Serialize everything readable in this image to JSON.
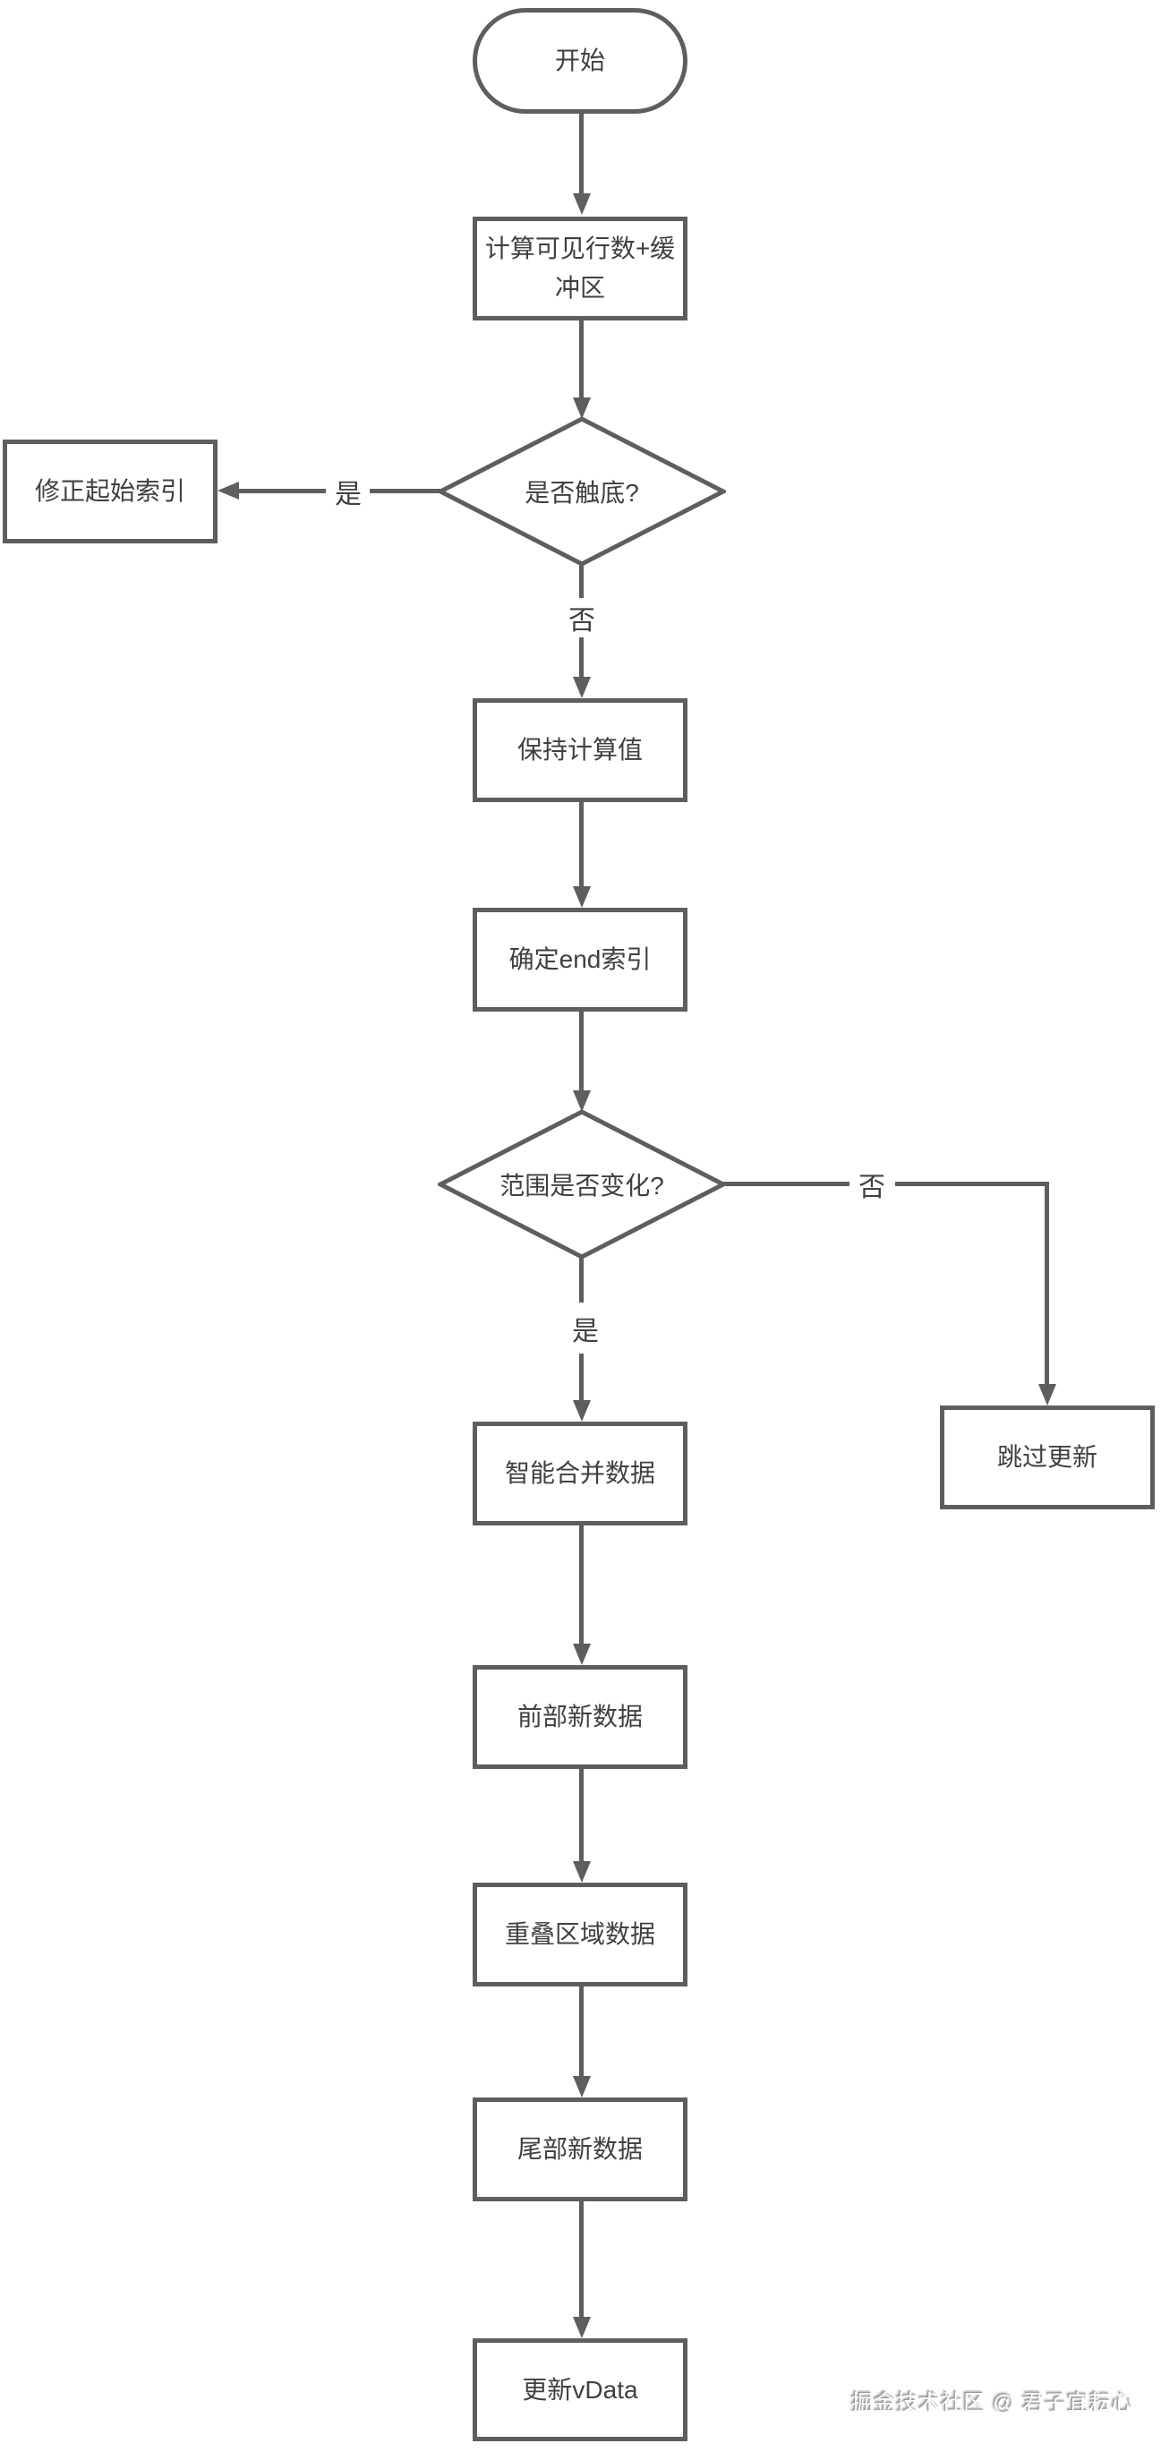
{
  "diagram": {
    "nodes": {
      "start": {
        "label": "开始",
        "type": "terminator"
      },
      "calc_rows": {
        "label": "计算可见行数+缓冲区",
        "type": "process"
      },
      "hit_bottom": {
        "label": "是否触底?",
        "type": "decision"
      },
      "fix_start_index": {
        "label": "修正起始索引",
        "type": "process"
      },
      "keep_value": {
        "label": "保持计算值",
        "type": "process"
      },
      "determine_end": {
        "label": "确定end索引",
        "type": "process"
      },
      "range_changed": {
        "label": "范围是否变化?",
        "type": "decision"
      },
      "skip_update": {
        "label": "跳过更新",
        "type": "process"
      },
      "merge_data": {
        "label": "智能合并数据",
        "type": "process"
      },
      "front_new_data": {
        "label": "前部新数据",
        "type": "process"
      },
      "overlap_data": {
        "label": "重叠区域数据",
        "type": "process"
      },
      "tail_new_data": {
        "label": "尾部新数据",
        "type": "process"
      },
      "update_vdata": {
        "label": "更新vData",
        "type": "process"
      }
    },
    "edge_labels": {
      "hit_bottom_yes": "是",
      "hit_bottom_no": "否",
      "range_changed_yes": "是",
      "range_changed_no": "否"
    },
    "watermark": "掘金技术社区 @ 君子宜耘心",
    "colors": {
      "stroke": "#5d5e60",
      "text": "#3f4042",
      "background": "#ffffff"
    }
  }
}
